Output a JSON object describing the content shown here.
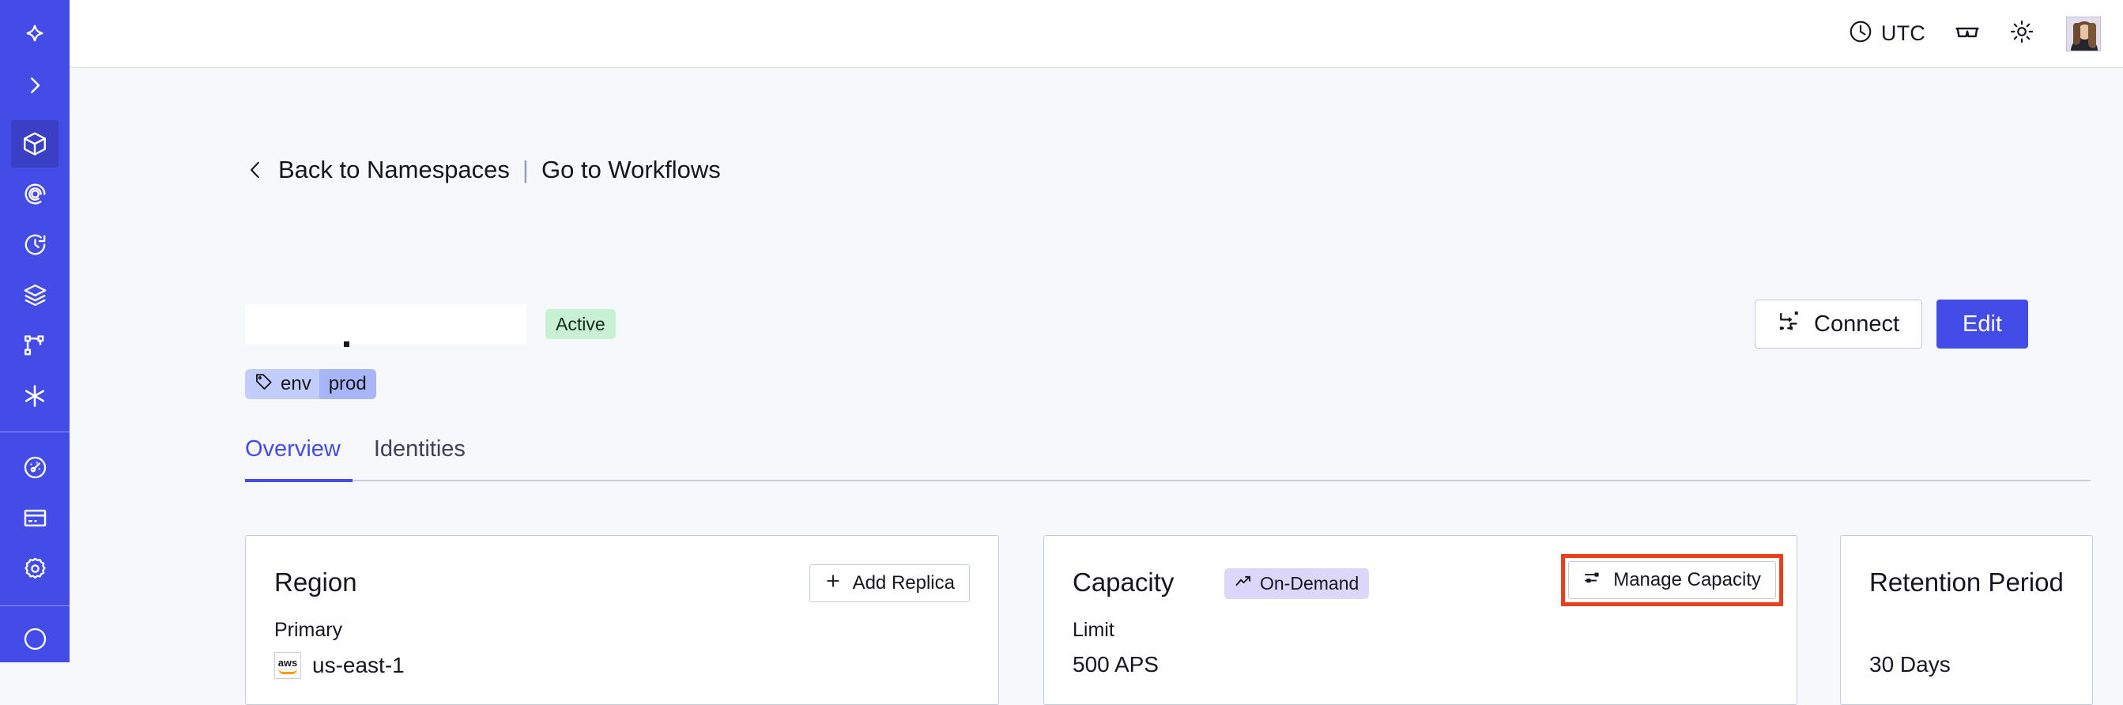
{
  "app": {
    "accent_color": "#444ce7",
    "sidebar_bg": "#444ce7",
    "page_bg": "#f7f8fc",
    "highlight_color": "#e8401d"
  },
  "sidebar": {
    "logo": {
      "icon": "temporal-star-logo"
    },
    "items": [
      {
        "name": "expand-nav",
        "icon": "chevron-right-icon",
        "active": false
      },
      {
        "name": "namespaces",
        "icon": "cube-icon",
        "active": true
      },
      {
        "name": "observability",
        "icon": "eye-spiral-icon",
        "active": false
      },
      {
        "name": "schedules",
        "icon": "clock-history-icon",
        "active": false
      },
      {
        "name": "batch-operations",
        "icon": "layers-icon",
        "active": false
      },
      {
        "name": "workflows",
        "icon": "git-branch-icon",
        "active": false
      },
      {
        "name": "nexus",
        "icon": "asterisk-icon",
        "active": false
      }
    ],
    "items_lower": [
      {
        "name": "usage",
        "icon": "gauge-icon",
        "active": false
      },
      {
        "name": "billing",
        "icon": "credit-card-icon",
        "active": false
      },
      {
        "name": "settings",
        "icon": "gear-icon",
        "active": false
      }
    ]
  },
  "header": {
    "timezone_label": "UTC",
    "timezone_icon": "clock-icon",
    "readonly_icon": "glasses-icon",
    "theme_icon": "sun-icon",
    "avatar_icon": "user-avatar"
  },
  "breadcrumb": {
    "back_icon": "chevron-left-icon",
    "back_label": "Back to Namespaces",
    "divider": "|",
    "forward_label": "Go to Workflows"
  },
  "namespace": {
    "title": "",
    "title_redacted": true,
    "status": "Active",
    "tag": {
      "icon": "tag-icon",
      "key": "env",
      "value": "prod"
    }
  },
  "actions": {
    "connect_label": "Connect",
    "connect_icon": "connect-flow-icon",
    "edit_label": "Edit"
  },
  "tabs": [
    {
      "label": "Overview",
      "selected": true
    },
    {
      "label": "Identities",
      "selected": false
    }
  ],
  "cards": {
    "region": {
      "title": "Region",
      "button_label": "Add Replica",
      "button_icon": "plus-icon",
      "sub_label": "Primary",
      "provider_icon": "aws-logo",
      "value": "us-east-1"
    },
    "capacity": {
      "title": "Capacity",
      "badge_label": "On-Demand",
      "badge_icon": "trend-up-icon",
      "button_label": "Manage Capacity",
      "button_icon": "sliders-icon",
      "highlighted": true,
      "sub_label": "Limit",
      "value": "500 APS"
    },
    "retention": {
      "title": "Retention Period",
      "value": "30  Days"
    }
  }
}
